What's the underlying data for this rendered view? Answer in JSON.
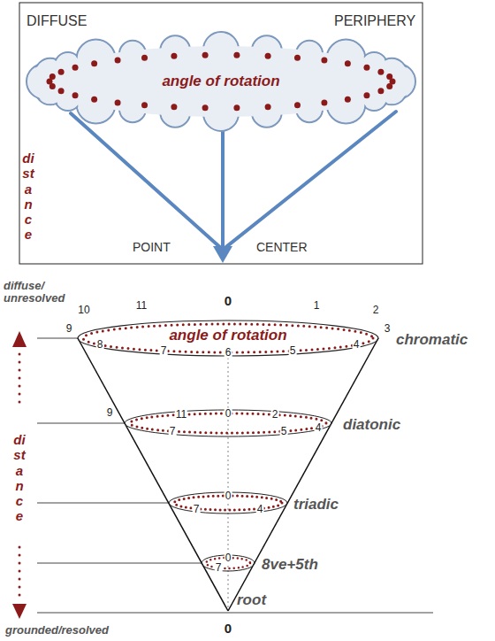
{
  "diagram": {
    "nodes": [
      {
        "text": [
          "angle of rotation"
        ]
      },
      {
        "text": [
          "angle of rotation"
        ]
      }
    ],
    "labels": [
      "DIFFUSE",
      "PERIPHERY",
      "distance",
      "POINT",
      "CENTER",
      "diffuse/ unresolved",
      "10",
      "11",
      "0",
      "1",
      "2",
      "9",
      "3",
      "chromatic",
      "8",
      "7",
      "6",
      "5",
      "4",
      "11",
      "0",
      "2",
      "9",
      "7",
      "5",
      "4",
      "diatonic",
      "0",
      "7",
      "4",
      "triadic",
      "0",
      "7",
      "8ve+5th",
      "distance",
      "root",
      "0",
      "grounded/resolved"
    ]
  }
}
